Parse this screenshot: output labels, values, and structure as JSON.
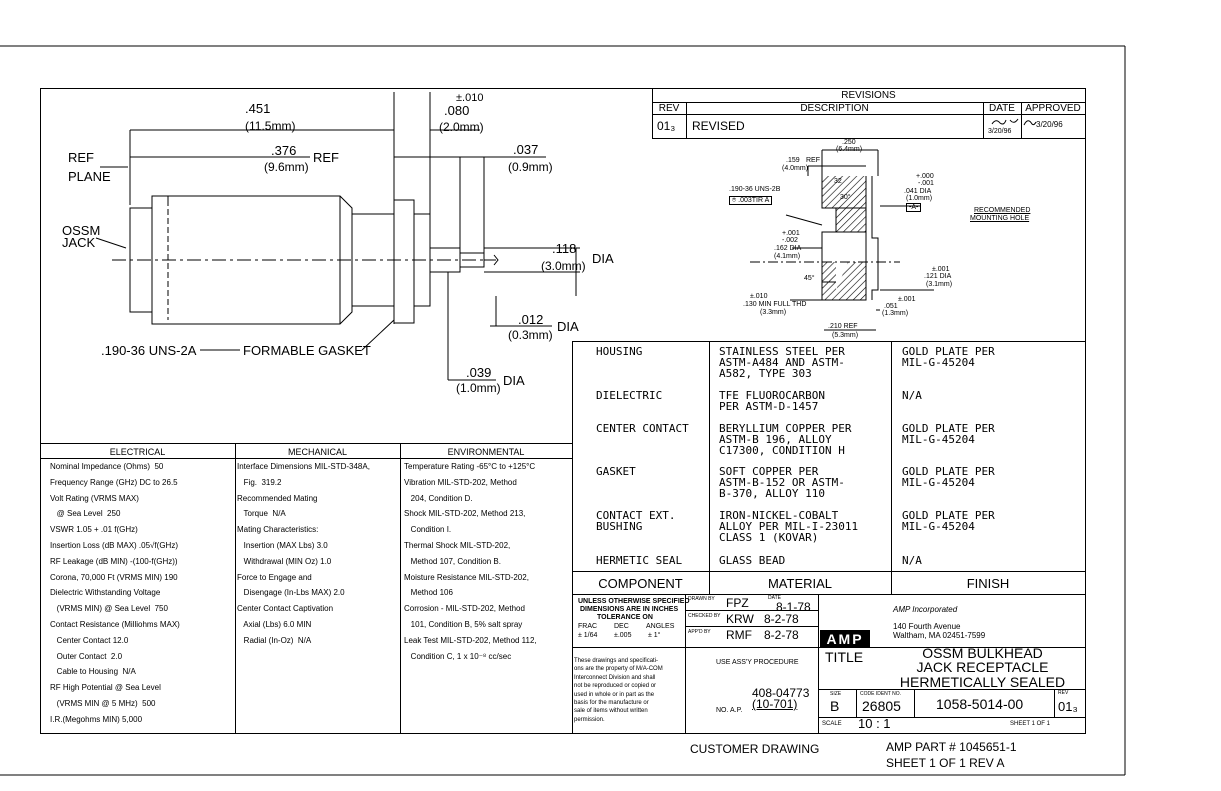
{
  "drawing": {
    "dims": {
      "d451": ".451",
      "d451mm": "(11.5mm)",
      "tol010": "±.010",
      "d080": ".080",
      "d080mm": "(2.0mm)",
      "d037": ".037",
      "d037mm": "(0.9mm)",
      "d376": ".376",
      "d376mm": "(9.6mm)",
      "ref1": "REF",
      "ref2": "REF",
      "plane": "PLANE",
      "ossm": "OSSM",
      "jack": "JACK",
      "d118": ".118",
      "d118mm": "(3.0mm)",
      "dia1": "DIA",
      "d012": ".012",
      "d012mm": "(0.3mm)",
      "dia2": "DIA",
      "d039": ".039",
      "d039mm": "(1.0mm)",
      "dia3": "DIA",
      "thread": ".190-36 UNS-2A",
      "gasket": "FORMABLE GASKET"
    },
    "hole": {
      "d250": ".250",
      "d250mm": "(6.4mm)",
      "d159": ".159",
      "ref": "REF",
      "d159mm": "(4.0mm)",
      "d32": "32",
      "d30": "30°",
      "thread": ".190-36 UNS-2B",
      "fcf": "⌾ .003TIR A",
      "tolA1": "+.000",
      "tolA2": "-.001",
      "d041": ".041 DIA",
      "d041mm": "(1.0mm)",
      "datA": "-A-",
      "recom1": "RECOMMENDED",
      "recom2": "MOUNTING HOLE",
      "tolB1": "+.001",
      "tolB2": "-.002",
      "d162": ".162 DIA",
      "d162mm": "(4.1mm)",
      "d45": "45°",
      "tolC": "±.001",
      "d121": ".121 DIA",
      "d121mm": "(3.1mm)",
      "tolD": "±.010",
      "d130": ".130 MIN FULL THD",
      "d130mm": "(3.3mm)",
      "tolE": "±.001",
      "d051": ".051",
      "d051mm": "(1.3mm)",
      "d210": ".210 REF",
      "d210mm": "(5.3mm)"
    }
  },
  "revisions": {
    "header": "REVISIONS",
    "col_rev": "REV",
    "col_desc": "DESCRIPTION",
    "col_date": "DATE",
    "col_appr": "APPROVED",
    "row_rev": "01₃",
    "row_desc": "REVISED",
    "row_date": "3/20/96",
    "row_appr": "3/20/96"
  },
  "materials": {
    "rows": [
      {
        "component": "HOUSING",
        "material": "STAINLESS STEEL PER\nASTM-A484 AND ASTM-\nA582, TYPE 303",
        "finish": "GOLD PLATE PER\nMIL-G-45204"
      },
      {
        "component": "DIELECTRIC",
        "material": "TFE FLUOROCARBON\nPER ASTM-D-1457",
        "finish": "N/A"
      },
      {
        "component": "CENTER CONTACT",
        "material": "BERYLLIUM COPPER PER\nASTM-B 196, ALLOY\nC17300, CONDITION H",
        "finish": "GOLD PLATE PER\nMIL-G-45204"
      },
      {
        "component": "GASKET",
        "material": "SOFT COPPER PER\nASTM-B-152 OR ASTM-\nB-370, ALLOY 110",
        "finish": "GOLD PLATE PER\nMIL-G-45204"
      },
      {
        "component": "CONTACT EXT.\nBUSHING",
        "material": "IRON-NICKEL-COBALT\nALLOY PER MIL-I-23011\nCLASS 1 (KOVAR)",
        "finish": "GOLD PLATE PER\nMIL-G-45204"
      },
      {
        "component": "HERMETIC SEAL",
        "material": "GLASS BEAD",
        "finish": "N/A"
      }
    ],
    "head_component": "COMPONENT",
    "head_material": "MATERIAL",
    "head_finish": "FINISH"
  },
  "specs": {
    "electrical_title": "ELECTRICAL",
    "mechanical_title": "MECHANICAL",
    "environmental_title": "ENVIRONMENTAL",
    "electrical": [
      "Nominal Impedance (Ohms)  50",
      "Frequency Range (GHz) DC to 26.5",
      "Volt Rating (VRMS MAX)",
      "   @ Sea Level  250",
      "VSWR 1.05 + .01 f(GHz)",
      "Insertion Loss (dB MAX) .05√f(GHz)",
      "RF Leakage (dB MIN) -(100-f(GHz))",
      "Corona, 70,000 Ft (VRMS MIN) 190",
      "Dielectric Withstanding Voltage",
      "   (VRMS MIN) @ Sea Level  750",
      "Contact Resistance (Milliohms MAX)",
      "   Center Contact 12.0",
      "   Outer Contact  2.0",
      "   Cable to Housing  N/A",
      "RF High Potential @ Sea Level",
      "   (VRMS MIN @ 5 MHz)  500",
      "I.R.(Megohms MIN) 5,000"
    ],
    "mechanical": [
      "Interface Dimensions MIL-STD-348A,",
      "   Fig.  319.2",
      "Recommended Mating",
      "   Torque  N/A",
      "Mating Characteristics:",
      "   Insertion (MAX Lbs) 3.0",
      "   Withdrawal (MIN Oz) 1.0",
      "Force to Engage and",
      "   Disengage (In-Lbs MAX) 2.0",
      "Center Contact Captivation",
      "   Axial (Lbs) 6.0 MIN",
      "   Radial (In-Oz)  N/A"
    ],
    "environmental": [
      "Temperature Rating -65°C to +125°C",
      "Vibration MIL-STD-202, Method",
      "   204, Condition D.",
      "Shock MIL-STD-202, Method 213,",
      "   Condition I.",
      "Thermal Shock MIL-STD-202,",
      "   Method 107, Condition B.",
      "Moisture Resistance MIL-STD-202,",
      "   Method 106",
      "Corrosion - MIL-STD-202, Method",
      "   101, Condition B, 5% salt spray",
      "Leak Test MIL-STD-202, Method 112,",
      "   Condition C, 1 x 10⁻⁸ cc/sec"
    ]
  },
  "titleblock": {
    "tol1": "UNLESS OTHERWISE SPECIFIED",
    "tol2": "DIMENSIONS ARE IN INCHES",
    "tol3": "TOLERANCE ON",
    "tol_frac": "FRAC",
    "tol_dec": "DEC",
    "tol_ang": "ANGLES",
    "tol_frac_v": "± 1/64",
    "tol_dec_v": "±.005",
    "tol_ang_v": "± 1°",
    "drawn_lbl": "DRAWN BY",
    "drawn": "FPZ",
    "date_lbl": "DATE",
    "drawn_date": "8-1-78",
    "checked_lbl": "CHECKED BY",
    "checked": "KRW",
    "checked_date": "8-2-78",
    "appd_lbl": "APP'D BY",
    "appd": "RMF",
    "appd_date": "8-2-78",
    "logo": "AMP",
    "company1": "AMP Incorporated",
    "company2": "140 Fourth Avenue",
    "company3": "Waltham, MA 02451-7599",
    "prop1": "These drawings and specificati-",
    "prop2": "ons are the property of M/A-COM",
    "prop3": "Interconnect Division and shall",
    "prop4": "not be reproduced or copied or",
    "prop5": "used in whole or in part as the",
    "prop6": "basis for the manufacture or",
    "prop7": "sale of items without written",
    "prop8": "permission.",
    "use_assy": "USE ASS'Y PROCEDURE",
    "proc1": "408-04773",
    "proc2": "(10-701)",
    "no_ap": "NO. A.P.",
    "title_lbl": "TITLE",
    "title1": "OSSM BULKHEAD",
    "title2": "JACK RECEPTACLE",
    "title3": "HERMETICALLY SEALED",
    "size_lbl": "SIZE",
    "size": "B",
    "code_lbl": "CODE IDENT NO.",
    "code": "26805",
    "dwg": "1058-5014-00",
    "rev_lbl": "REV",
    "rev": "01₃",
    "scale_lbl": "SCALE",
    "scale": "10 : 1",
    "sheet_lbl": "SHEET  1  OF  1"
  },
  "footer": {
    "customer": "CUSTOMER DRAWING",
    "part": "AMP PART # 1045651-1",
    "sheet": "SHEET 1 OF 1  REV A"
  }
}
